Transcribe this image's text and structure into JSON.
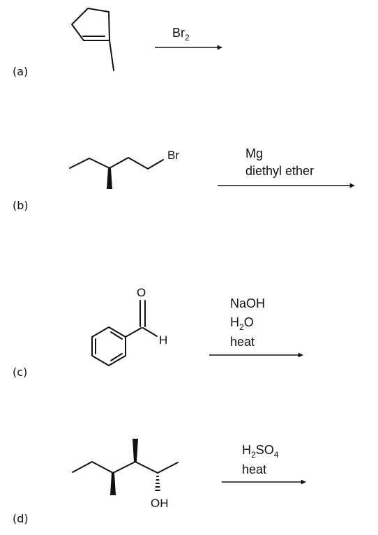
{
  "problems": [
    {
      "label": "(a)",
      "reagent_lines": [
        {
          "main": "Br",
          "sub": "2",
          "tail": "",
          "sub2": ""
        }
      ],
      "substrate_atoms": []
    },
    {
      "label": "(b)",
      "reagent_lines": [
        {
          "main": "Mg",
          "sub": "",
          "tail": "",
          "sub2": ""
        },
        {
          "main": "diethyl ether",
          "sub": "",
          "tail": "",
          "sub2": ""
        }
      ],
      "substrate_atoms": [
        "Br"
      ]
    },
    {
      "label": "(c)",
      "reagent_lines": [
        {
          "main": "NaOH",
          "sub": "",
          "tail": "",
          "sub2": ""
        },
        {
          "main": "H",
          "sub": "2",
          "tail": "O",
          "sub2": ""
        },
        {
          "main": "heat",
          "sub": "",
          "tail": "",
          "sub2": ""
        }
      ],
      "substrate_atoms": [
        "O",
        "H"
      ]
    },
    {
      "label": "(d)",
      "reagent_lines": [
        {
          "main": "H",
          "sub": "2",
          "tail": "SO",
          "sub2": "4"
        },
        {
          "main": "heat",
          "sub": "",
          "tail": "",
          "sub2": ""
        }
      ],
      "substrate_atoms": [
        "OH"
      ]
    }
  ]
}
